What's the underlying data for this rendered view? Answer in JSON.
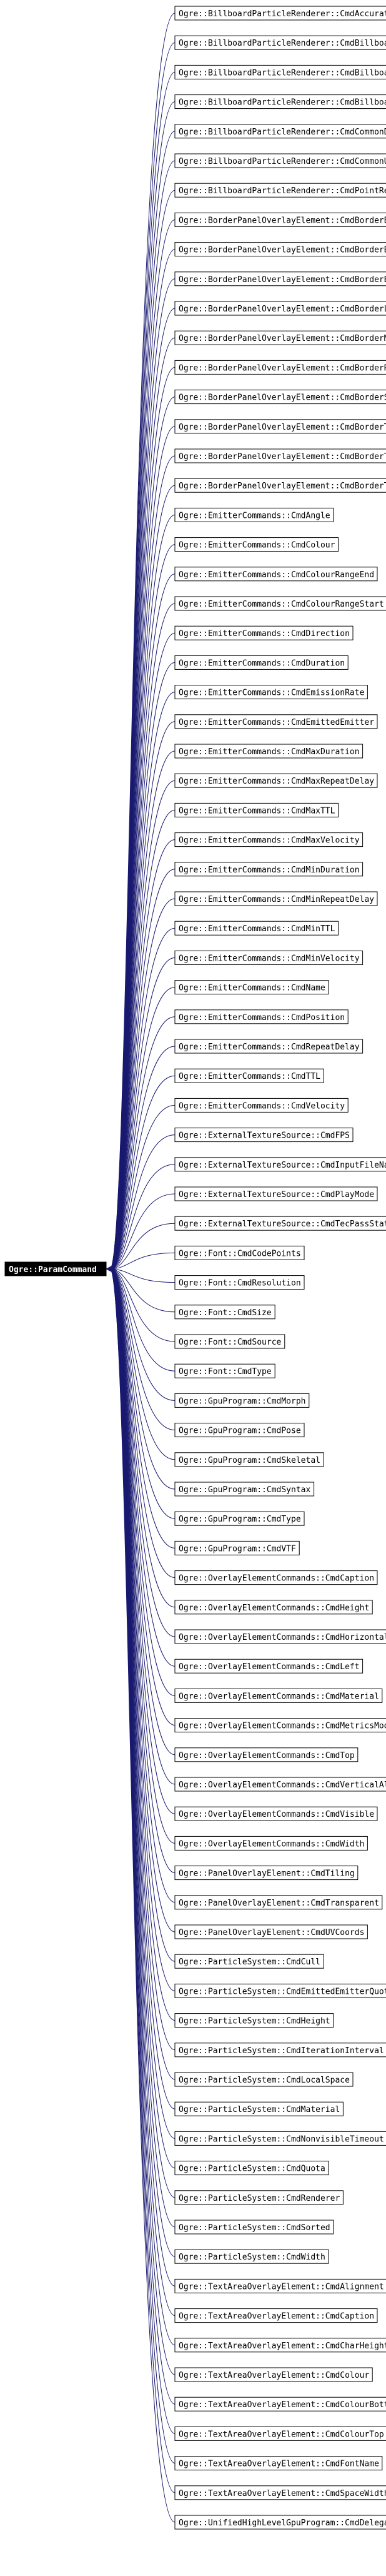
{
  "root": {
    "label": "Ogre::ParamCommand",
    "icon": "class-node"
  },
  "children": [
    "Ogre::BillboardParticleRenderer::CmdAccurateFacing",
    "Ogre::BillboardParticleRenderer::CmdBillboardOrigin",
    "Ogre::BillboardParticleRenderer::CmdBillboardRotationType",
    "Ogre::BillboardParticleRenderer::CmdBillboardType",
    "Ogre::BillboardParticleRenderer::CmdCommonDirection",
    "Ogre::BillboardParticleRenderer::CmdCommonUpVector",
    "Ogre::BillboardParticleRenderer::CmdPointRendering",
    "Ogre::BorderPanelOverlayElement::CmdBorderBottomLeftUV",
    "Ogre::BorderPanelOverlayElement::CmdBorderBottomRightUV",
    "Ogre::BorderPanelOverlayElement::CmdBorderBottomUV",
    "Ogre::BorderPanelOverlayElement::CmdBorderLeftUV",
    "Ogre::BorderPanelOverlayElement::CmdBorderMaterial",
    "Ogre::BorderPanelOverlayElement::CmdBorderRightUV",
    "Ogre::BorderPanelOverlayElement::CmdBorderSize",
    "Ogre::BorderPanelOverlayElement::CmdBorderTopLeftUV",
    "Ogre::BorderPanelOverlayElement::CmdBorderTopRightUV",
    "Ogre::BorderPanelOverlayElement::CmdBorderTopUV",
    "Ogre::EmitterCommands::CmdAngle",
    "Ogre::EmitterCommands::CmdColour",
    "Ogre::EmitterCommands::CmdColourRangeEnd",
    "Ogre::EmitterCommands::CmdColourRangeStart",
    "Ogre::EmitterCommands::CmdDirection",
    "Ogre::EmitterCommands::CmdDuration",
    "Ogre::EmitterCommands::CmdEmissionRate",
    "Ogre::EmitterCommands::CmdEmittedEmitter",
    "Ogre::EmitterCommands::CmdMaxDuration",
    "Ogre::EmitterCommands::CmdMaxRepeatDelay",
    "Ogre::EmitterCommands::CmdMaxTTL",
    "Ogre::EmitterCommands::CmdMaxVelocity",
    "Ogre::EmitterCommands::CmdMinDuration",
    "Ogre::EmitterCommands::CmdMinRepeatDelay",
    "Ogre::EmitterCommands::CmdMinTTL",
    "Ogre::EmitterCommands::CmdMinVelocity",
    "Ogre::EmitterCommands::CmdName",
    "Ogre::EmitterCommands::CmdPosition",
    "Ogre::EmitterCommands::CmdRepeatDelay",
    "Ogre::EmitterCommands::CmdTTL",
    "Ogre::EmitterCommands::CmdVelocity",
    "Ogre::ExternalTextureSource::CmdFPS",
    "Ogre::ExternalTextureSource::CmdInputFileName",
    "Ogre::ExternalTextureSource::CmdPlayMode",
    "Ogre::ExternalTextureSource::CmdTecPassState",
    "Ogre::Font::CmdCodePoints",
    "Ogre::Font::CmdResolution",
    "Ogre::Font::CmdSize",
    "Ogre::Font::CmdSource",
    "Ogre::Font::CmdType",
    "Ogre::GpuProgram::CmdMorph",
    "Ogre::GpuProgram::CmdPose",
    "Ogre::GpuProgram::CmdSkeletal",
    "Ogre::GpuProgram::CmdSyntax",
    "Ogre::GpuProgram::CmdType",
    "Ogre::GpuProgram::CmdVTF",
    "Ogre::OverlayElementCommands::CmdCaption",
    "Ogre::OverlayElementCommands::CmdHeight",
    "Ogre::OverlayElementCommands::CmdHorizontalAlign",
    "Ogre::OverlayElementCommands::CmdLeft",
    "Ogre::OverlayElementCommands::CmdMaterial",
    "Ogre::OverlayElementCommands::CmdMetricsMode",
    "Ogre::OverlayElementCommands::CmdTop",
    "Ogre::OverlayElementCommands::CmdVerticalAlign",
    "Ogre::OverlayElementCommands::CmdVisible",
    "Ogre::OverlayElementCommands::CmdWidth",
    "Ogre::PanelOverlayElement::CmdTiling",
    "Ogre::PanelOverlayElement::CmdTransparent",
    "Ogre::PanelOverlayElement::CmdUVCoords",
    "Ogre::ParticleSystem::CmdCull",
    "Ogre::ParticleSystem::CmdEmittedEmitterQuota",
    "Ogre::ParticleSystem::CmdHeight",
    "Ogre::ParticleSystem::CmdIterationInterval",
    "Ogre::ParticleSystem::CmdLocalSpace",
    "Ogre::ParticleSystem::CmdMaterial",
    "Ogre::ParticleSystem::CmdNonvisibleTimeout",
    "Ogre::ParticleSystem::CmdQuota",
    "Ogre::ParticleSystem::CmdRenderer",
    "Ogre::ParticleSystem::CmdSorted",
    "Ogre::ParticleSystem::CmdWidth",
    "Ogre::TextAreaOverlayElement::CmdAlignment",
    "Ogre::TextAreaOverlayElement::CmdCaption",
    "Ogre::TextAreaOverlayElement::CmdCharHeight",
    "Ogre::TextAreaOverlayElement::CmdColour",
    "Ogre::TextAreaOverlayElement::CmdColourBottom",
    "Ogre::TextAreaOverlayElement::CmdColourTop",
    "Ogre::TextAreaOverlayElement::CmdFontName",
    "Ogre::TextAreaOverlayElement::CmdSpaceWidth",
    "Ogre::UnifiedHighLevelGpuProgram::CmdDelegate"
  ],
  "colors": {
    "edge": "#191970",
    "root_fill": "#000000",
    "root_text": "#ffffff",
    "node_border": "#000000"
  }
}
